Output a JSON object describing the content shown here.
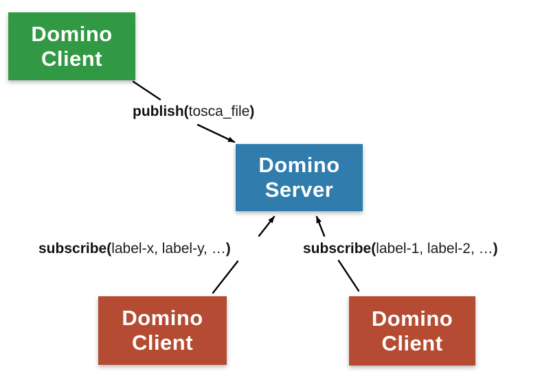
{
  "colors": {
    "publisher_green": "#319943",
    "server_blue": "#2f7cad",
    "subscriber_red": "#b44b32",
    "arrow_black": "#000000"
  },
  "nodes": {
    "publisher_client": {
      "line1": "Domino",
      "line2": "Client"
    },
    "server": {
      "line1": "Domino",
      "line2": "Server"
    },
    "subscriber_client_left": {
      "line1": "Domino",
      "line2": "Client"
    },
    "subscriber_client_right": {
      "line1": "Domino",
      "line2": "Client"
    }
  },
  "edges": {
    "publish": {
      "fn": "publish(",
      "args": "tosca_file",
      "close": ")"
    },
    "subscribe_left": {
      "fn": "subscribe(",
      "args": "label-x, label-y, …",
      "close": ")"
    },
    "subscribe_right": {
      "fn": "subscribe(",
      "args": "label-1, label-2, …",
      "close": ")"
    }
  }
}
